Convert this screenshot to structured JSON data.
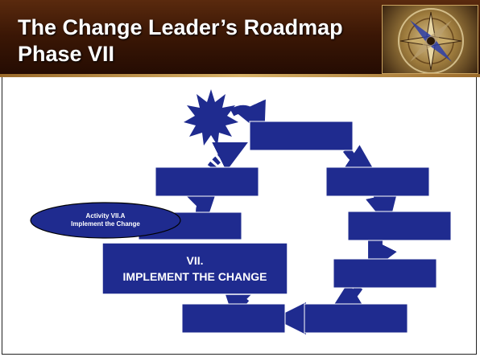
{
  "header": {
    "title_line1": "The Change Leader’s Roadmap",
    "title_line2": "Phase VII",
    "image_icon": "compass-icon"
  },
  "diagram": {
    "active_box": {
      "line1": "VII.",
      "line2": "IMPLEMENT THE CHANGE"
    },
    "activity_oval": {
      "line1": "Activity VII.A",
      "line2": "Implement the Change"
    },
    "start_icon": "starburst-icon"
  },
  "colors": {
    "header_bg": "#3b1705",
    "box_fill": "#1f2b8f",
    "box_border": "#ffffff",
    "oval_fill": "#1f2b8f",
    "oval_border": "#000000",
    "arrow_fill": "#1f2b8f",
    "title_text": "#ffffff"
  }
}
